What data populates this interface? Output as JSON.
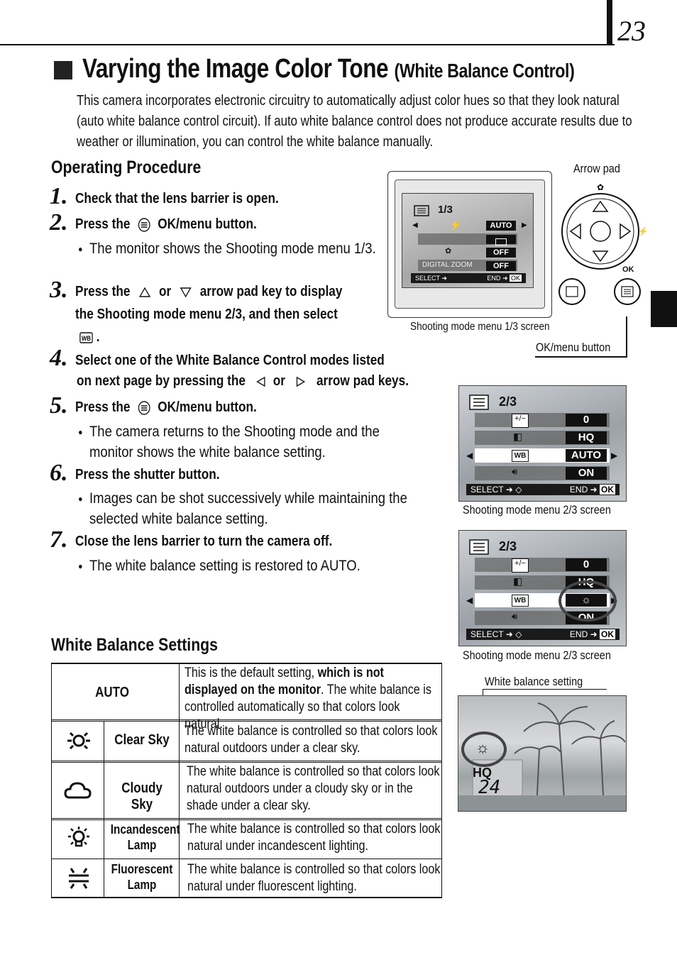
{
  "page_number": "23",
  "title": {
    "main": "Varying the Image Color Tone",
    "sub": "(White Balance Control)"
  },
  "intro": "This camera incorporates electronic circuitry to automatically adjust color hues so that they look natural (auto white balance control circuit). If auto white balance control does not produce accurate results due to weather or illumination, you can control the white balance manually.",
  "procedure": {
    "heading": "Operating Procedure",
    "steps": [
      {
        "num": "1.",
        "text": "Check that the lens barrier is open."
      },
      {
        "num": "2.",
        "text_a": "Press the",
        "text_b": "OK/menu button.",
        "bullet": "The monitor shows the Shooting mode menu 1/3."
      },
      {
        "num": "3.",
        "text_a": "Press the",
        "text_b": "or",
        "text_c": "arrow pad key to display",
        "text_d": "the Shooting mode menu 2/3, and then select",
        "text_e": "."
      },
      {
        "num": "4.",
        "text_a": "Select one of the White Balance Control modes listed",
        "text_b": "on next page by pressing the",
        "text_c": "or",
        "text_d": "arrow pad keys."
      },
      {
        "num": "5.",
        "text_a": "Press the",
        "text_b": "OK/menu button.",
        "bullet": "The camera returns to the Shooting mode and the monitor shows the white balance setting."
      },
      {
        "num": "6.",
        "text": "Press the shutter button.",
        "bullet": "Images can be shot successively while maintaining the selected white balance setting."
      },
      {
        "num": "7.",
        "text": "Close the lens barrier to turn the camera off.",
        "bullet": "The white balance setting is restored to AUTO."
      }
    ]
  },
  "figures": {
    "arrow_pad_label": "Arrow pad",
    "ok_label": "OK",
    "ok_menu_label": "OK/menu button",
    "menu1": {
      "caption": "Shooting mode menu 1/3 screen",
      "page": "1/3",
      "values": [
        "AUTO",
        "",
        "OFF",
        "OFF"
      ],
      "digital_zoom": "DIGITAL ZOOM",
      "select": "SELECT",
      "end": "END",
      "ok": "OK"
    },
    "menu2a": {
      "caption": "Shooting mode menu 2/3 screen",
      "page": "2/3",
      "values": [
        "0",
        "HQ",
        "AUTO",
        "ON"
      ],
      "wb": "WB",
      "select": "SELECT",
      "end": "END",
      "ok": "OK"
    },
    "menu2b": {
      "caption": "Shooting mode menu 2/3 screen",
      "page": "2/3",
      "values": [
        "0",
        "HQ",
        "",
        "ON"
      ],
      "wb": "WB",
      "select": "SELECT",
      "end": "END",
      "ok": "OK"
    },
    "monitor": {
      "caption": "White balance setting",
      "quality": "HQ",
      "count": "24"
    }
  },
  "wb_settings": {
    "heading": "White Balance Settings",
    "rows": [
      {
        "icon": "",
        "mode": "AUTO",
        "desc_a": "This is the default setting, ",
        "desc_bold": "which is not displayed on the monitor",
        "desc_b": ". The white balance is controlled automatically so that colors look natural."
      },
      {
        "icon": "clear-sky-icon",
        "mode": "Clear Sky",
        "desc": "The white balance is controlled so that colors look natural outdoors under a clear sky."
      },
      {
        "icon": "cloudy-sky-icon",
        "mode": "Cloudy Sky",
        "desc": "The white balance is controlled so that colors look natural outdoors under a cloudy sky or in the shade under a clear sky."
      },
      {
        "icon": "incandescent-lamp-icon",
        "mode": "Incandescent Lamp",
        "desc": "The white balance is controlled so that colors look natural under incandescent lighting."
      },
      {
        "icon": "fluorescent-lamp-icon",
        "mode": "Fluorescent Lamp",
        "desc": "The white balance is controlled so that colors look natural under fluorescent lighting."
      }
    ]
  }
}
